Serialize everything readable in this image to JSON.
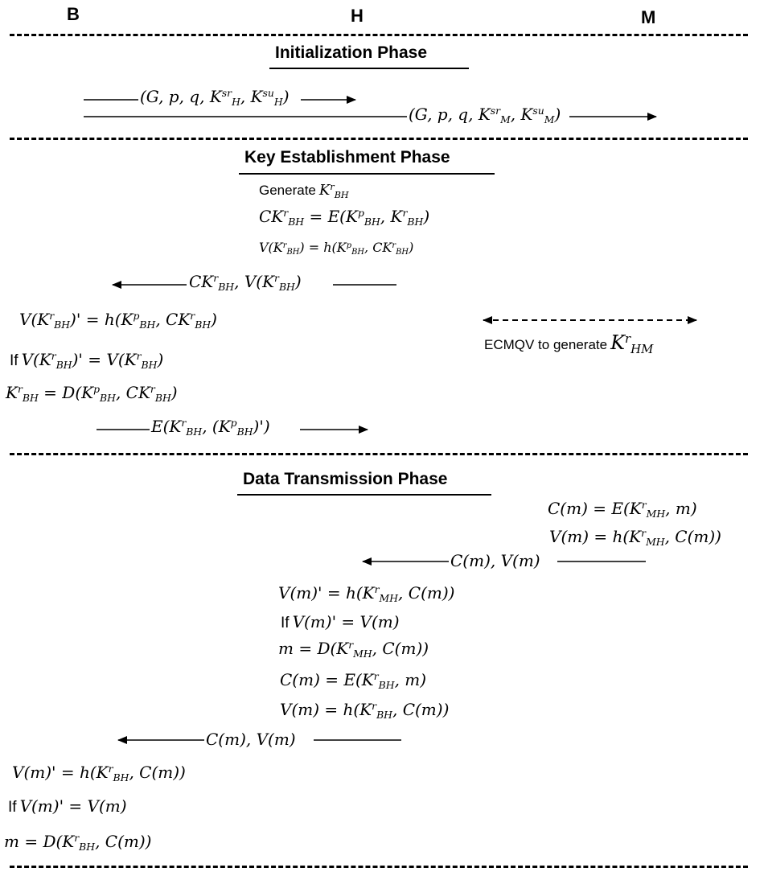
{
  "parties": {
    "b": "B",
    "h": "H",
    "m": "M"
  },
  "phases": {
    "init": "Initialization Phase",
    "key": "Key Establishment Phase",
    "data": "Data Transmission Phase"
  },
  "init": {
    "msg_h": "(G, p, q, K^{sr}_{H}, K^{su}_{H})",
    "msg_m": "(G, p, q, K^{sr}_{M}, K^{su}_{M})"
  },
  "key": {
    "generate_text": "Generate",
    "generate_expr": "K^{r}_{BH}",
    "ck_eq": "CK^{r}_{BH} = E(K^{p}_{BH}, K^{r}_{BH})",
    "v_eq": "V(K^{r}_{BH}) = h(K^{p}_{BH}, CK^{r}_{BH})",
    "msg_to_b": "CK^{r}_{BH}, V(K^{r}_{BH})",
    "b_v_eq": "V(K^{r}_{BH})' = h(K^{p}_{BH}, CK^{r}_{BH})",
    "b_if_text": "If",
    "b_if_expr": "V(K^{r}_{BH})' = V(K^{r}_{BH})",
    "b_k_eq": "K^{r}_{BH} = D(K^{p}_{BH}, CK^{r}_{BH})",
    "msg_to_h": "E(K^{r}_{BH}, (K^{p}_{BH})')",
    "ecmqv_text": "ECMQV to generate",
    "ecmqv_expr": "K^{r}_{HM}"
  },
  "data": {
    "m_c_eq": "C(m) = E(K^{r}_{MH}, m)",
    "m_v_eq": "V(m) = h(K^{r}_{MH}, C(m))",
    "msg_m_to_h": "C(m), V(m)",
    "h_v_eq": "V(m)' = h(K^{r}_{MH}, C(m))",
    "h_if_text": "If",
    "h_if_expr": "V(m)' = V(m)",
    "h_m_eq": "m = D(K^{r}_{MH}, C(m))",
    "h_c_eq": "C(m) = E(K^{r}_{BH}, m)",
    "h_v2_eq": "V(m) = h(K^{r}_{BH}, C(m))",
    "msg_h_to_b": "C(m), V(m)",
    "b_v_eq": "V(m)' = h(K^{r}_{BH}, C(m))",
    "b_if_text": "If",
    "b_if_expr": "V(m)' = V(m)",
    "b_m_eq": "m = D(K^{r}_{BH}, C(m))"
  }
}
